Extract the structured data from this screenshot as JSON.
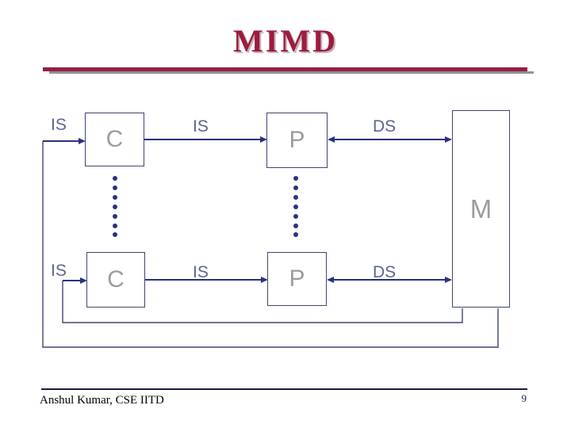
{
  "slide": {
    "title": "MIMD",
    "footer": {
      "author": "Anshul Kumar, CSE IITD",
      "page": "9"
    }
  },
  "diagram": {
    "top_row": {
      "is_in": "IS",
      "control_unit": "C",
      "is_mid": "IS",
      "processor": "P",
      "ds": "DS"
    },
    "bottom_row": {
      "is_in": "IS",
      "control_unit": "C",
      "is_mid": "IS",
      "processor": "P",
      "ds": "DS"
    },
    "memory": "M"
  },
  "colors": {
    "title_maroon": "#9c1c3e",
    "title_shadow": "#c9aeb7",
    "bar_maroon": "#961e40",
    "bar_shadow": "#909294",
    "wire_navy": "#2a317e",
    "border_navy": "#3e4572",
    "label_slate": "#5a6490",
    "letter_gray": "#9c9c9c",
    "footer_navy": "#161d40",
    "text_black": "#000000"
  }
}
